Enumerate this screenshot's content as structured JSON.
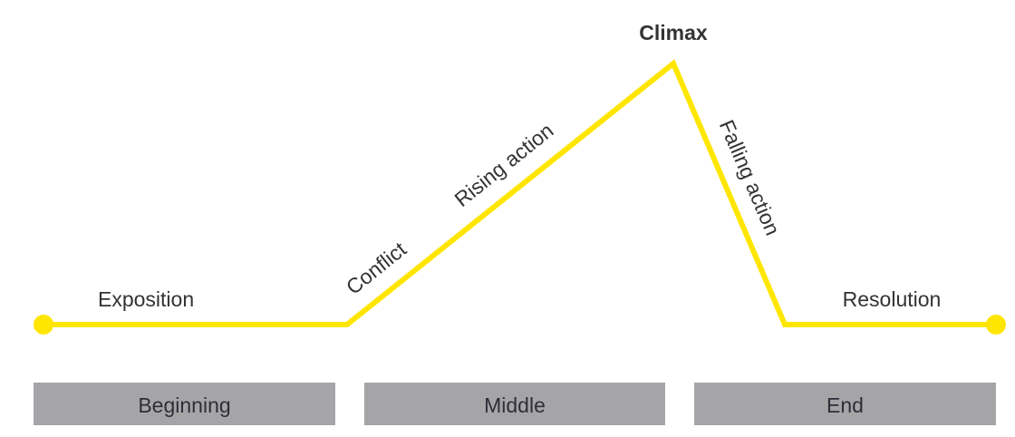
{
  "diagram": {
    "line_color": "#ffe600",
    "bar_color": "#a5a5a8",
    "text_color": "#333333",
    "stages": {
      "exposition": "Exposition",
      "conflict": "Conflict",
      "rising_action": "Rising action",
      "climax": "Climax",
      "falling_action": "Falling action",
      "resolution": "Resolution"
    },
    "acts": [
      {
        "label": "Beginning"
      },
      {
        "label": "Middle"
      },
      {
        "label": "End"
      }
    ]
  }
}
